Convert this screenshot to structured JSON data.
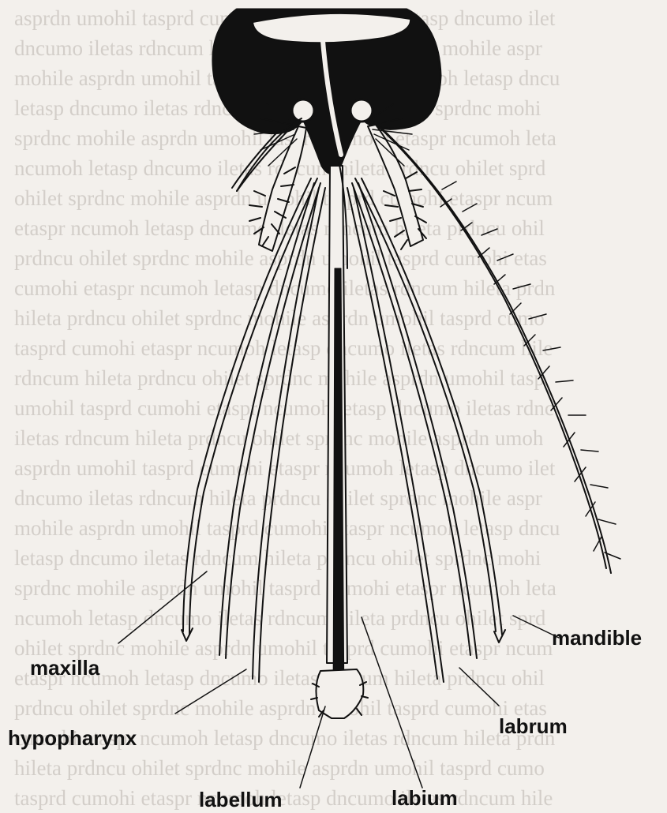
{
  "figure": {
    "labels": {
      "maxilla": "maxilla",
      "hypopharynx": "hypopharynx",
      "labellum": "labellum",
      "labium": "labium",
      "labrum": "labrum",
      "mandible": "mandible"
    }
  },
  "colors": {
    "background": "#f3f0ec",
    "ink": "#111111",
    "showthrough_text": "#b9b4ad"
  }
}
